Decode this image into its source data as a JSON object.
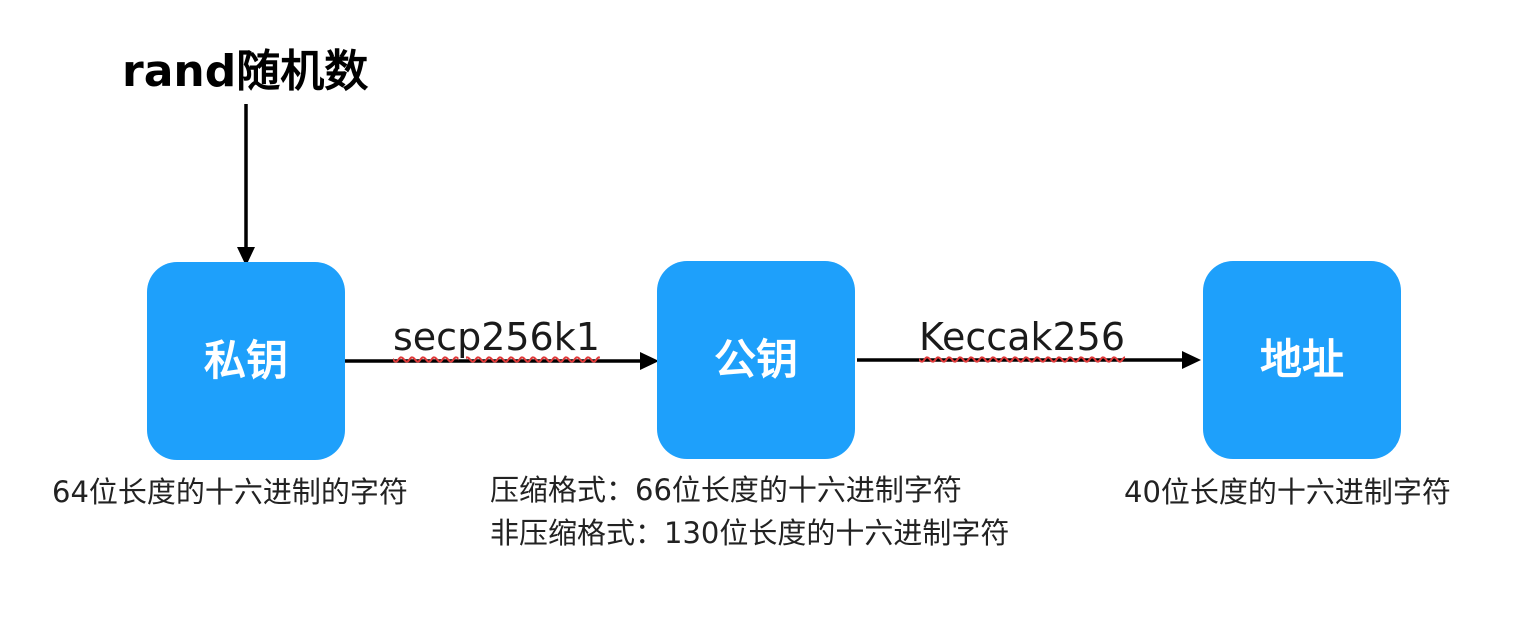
{
  "source": {
    "label": "rand随机数"
  },
  "nodes": {
    "private_key": {
      "label": "私钥",
      "description": "64位长度的十六进制的字符"
    },
    "public_key": {
      "label": "公钥",
      "description_compressed": "压缩格式：66位长度的十六进制字符",
      "description_uncompressed": "非压缩格式：130位长度的十六进制字符"
    },
    "address": {
      "label": "地址",
      "description": "40位长度的十六进制字符"
    }
  },
  "edges": {
    "private_to_public": {
      "label": "secp256k1"
    },
    "public_to_address": {
      "label": "Keccak256"
    }
  },
  "colors": {
    "box_fill": "#1ea0fb",
    "box_text": "#ffffff",
    "arrow": "#000000",
    "spellcheck_underline": "#e03a3a"
  }
}
